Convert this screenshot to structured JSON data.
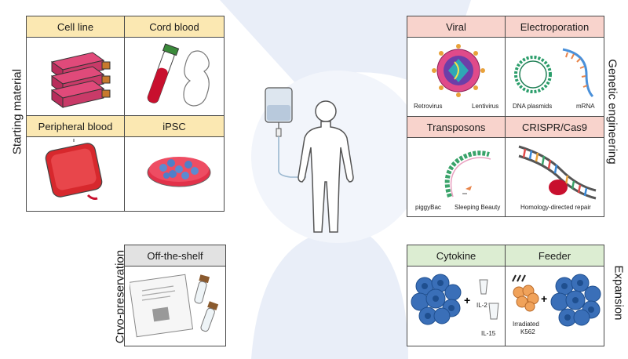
{
  "colors": {
    "yellow_header": "#fbe8b2",
    "pink_header": "#f8d3cc",
    "green_header": "#dcedd2",
    "gray_header": "#e2e2e2",
    "background_arc": "#e9eef8"
  },
  "labels": {
    "starting_material": "Starting material",
    "genetic_engineering": "Genetic engineering",
    "cryo_preservation": "Cryo-preservation",
    "expansion": "Expansion"
  },
  "starting_material": {
    "cell_line": "Cell line",
    "cord_blood": "Cord blood",
    "peripheral_blood": "Peripheral blood",
    "ipsc": "iPSC"
  },
  "genetic_engineering": {
    "viral": "Viral",
    "electroporation": "Electroporation",
    "transposons": "Transposons",
    "crispr": "CRISPR/Cas9",
    "retrovirus": "Retrovirus",
    "lentivirus": "Lentivirus",
    "dna_plasmids": "DNA plasmids",
    "mrna": "mRNA",
    "piggybac": "piggyBac",
    "sleeping_beauty": "Sleeping Beauty",
    "hdr": "Homology-directed repair"
  },
  "cryo": {
    "off_the_shelf": "Off-the-shelf"
  },
  "expansion": {
    "cytokine": "Cytokine",
    "feeder": "Feeder",
    "il2": "IL-2",
    "il15": "IL-15",
    "irradiated": "Irradiated",
    "k562": "K562",
    "plus": "+"
  }
}
